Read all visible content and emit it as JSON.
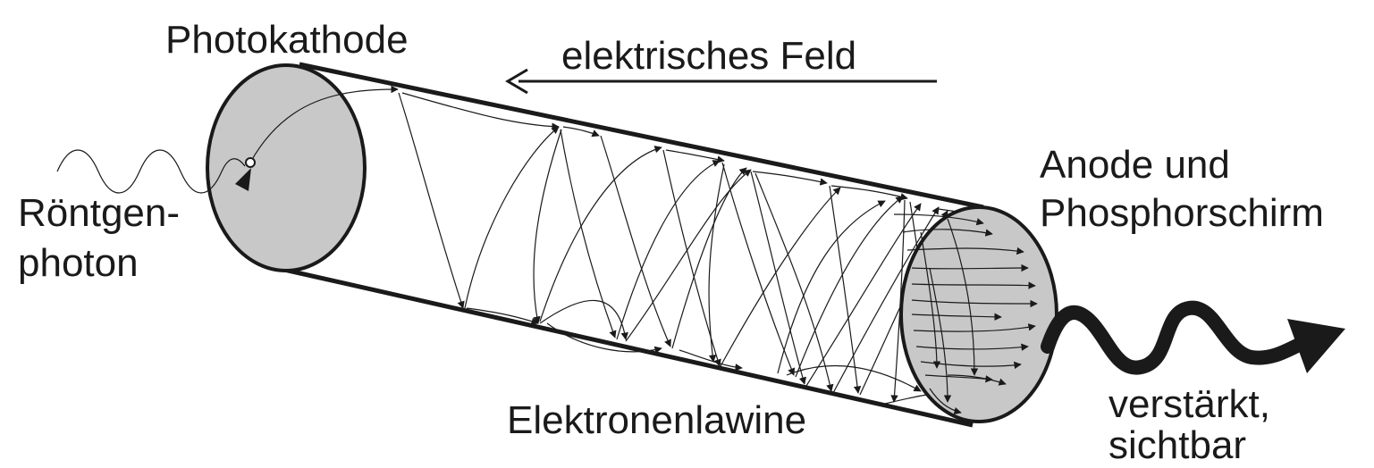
{
  "labels": {
    "photokathode": "Photokathode",
    "feld": "elektrisches Feld",
    "roentgen_line1": "Röntgen-",
    "roentgen_line2": "photon",
    "anode_line1": "Anode und",
    "anode_line2": "Phosphorschirm",
    "lawine": "Elektronenlawine",
    "output_line1": "verstärkt,",
    "output_line2": "sichtbar"
  },
  "colors": {
    "stroke": "#1a1a1a",
    "disc_fill": "#c8c8c8",
    "background": "#ffffff"
  }
}
